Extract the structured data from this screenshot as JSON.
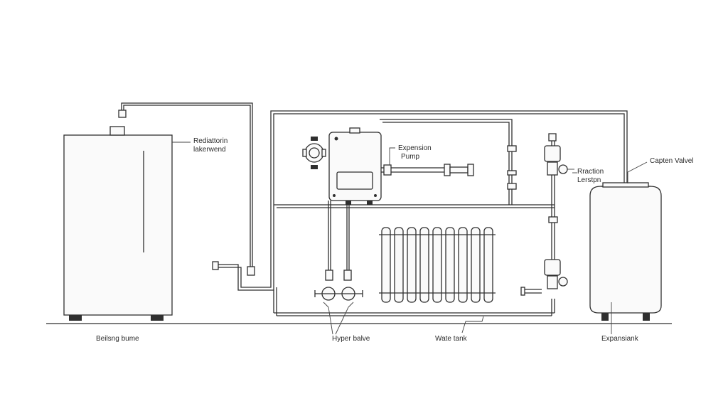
{
  "labels": {
    "boiler_top_line1": "Rediattorin",
    "boiler_top_line2": "lakerwend",
    "pump_line1": "Expension",
    "pump_line2": "Pump",
    "valve_right": "Capten Valvel",
    "reaction_line1": "Rraction",
    "reaction_line2": "Lerstpn",
    "boiler_bottom": "Beilsng bume",
    "hyper_valve": "Hyper balve",
    "water_tank": "Wate tank",
    "expansion_tank": "Expansiank"
  },
  "icons": [
    "boiler-icon",
    "gauge-icon",
    "control-box-icon",
    "radiator-icon",
    "valve-icon",
    "expansion-tank-icon"
  ],
  "colors": {
    "line": "#2f2f2f",
    "background": "#ffffff"
  }
}
